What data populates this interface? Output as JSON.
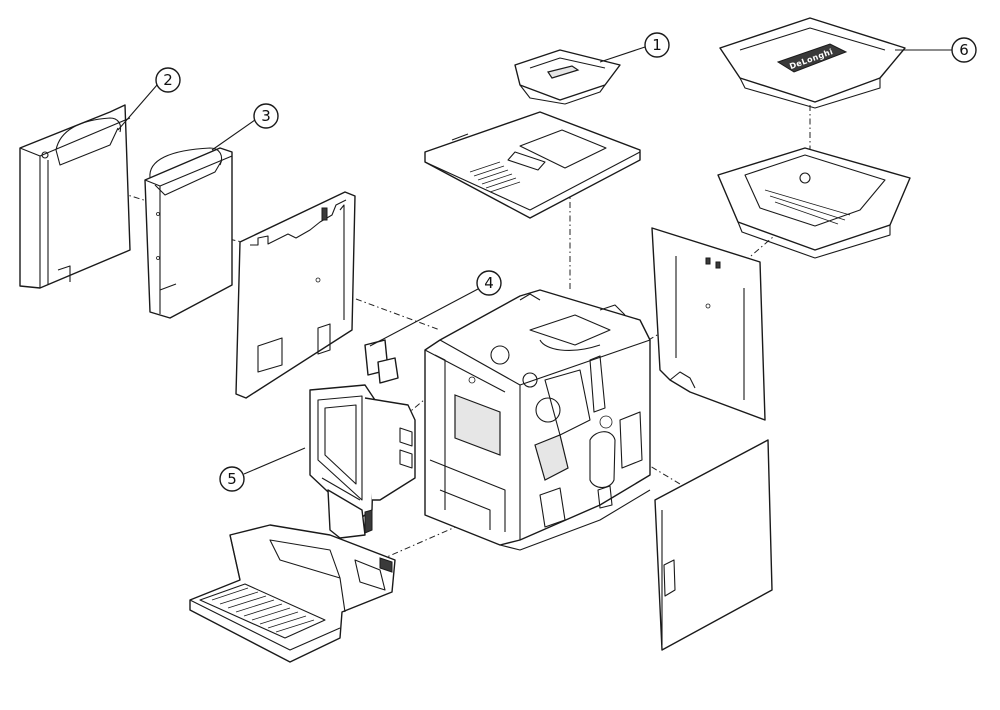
{
  "callouts": [
    {
      "num": "1",
      "part": "bean-container-lid"
    },
    {
      "num": "2",
      "part": "water-tank"
    },
    {
      "num": "3",
      "part": "water-tank-inner"
    },
    {
      "num": "4",
      "part": "small-bracket"
    },
    {
      "num": "5",
      "part": "control-panel"
    },
    {
      "num": "6",
      "part": "bean-hopper"
    }
  ],
  "hopper_logo": "DeLonghi"
}
